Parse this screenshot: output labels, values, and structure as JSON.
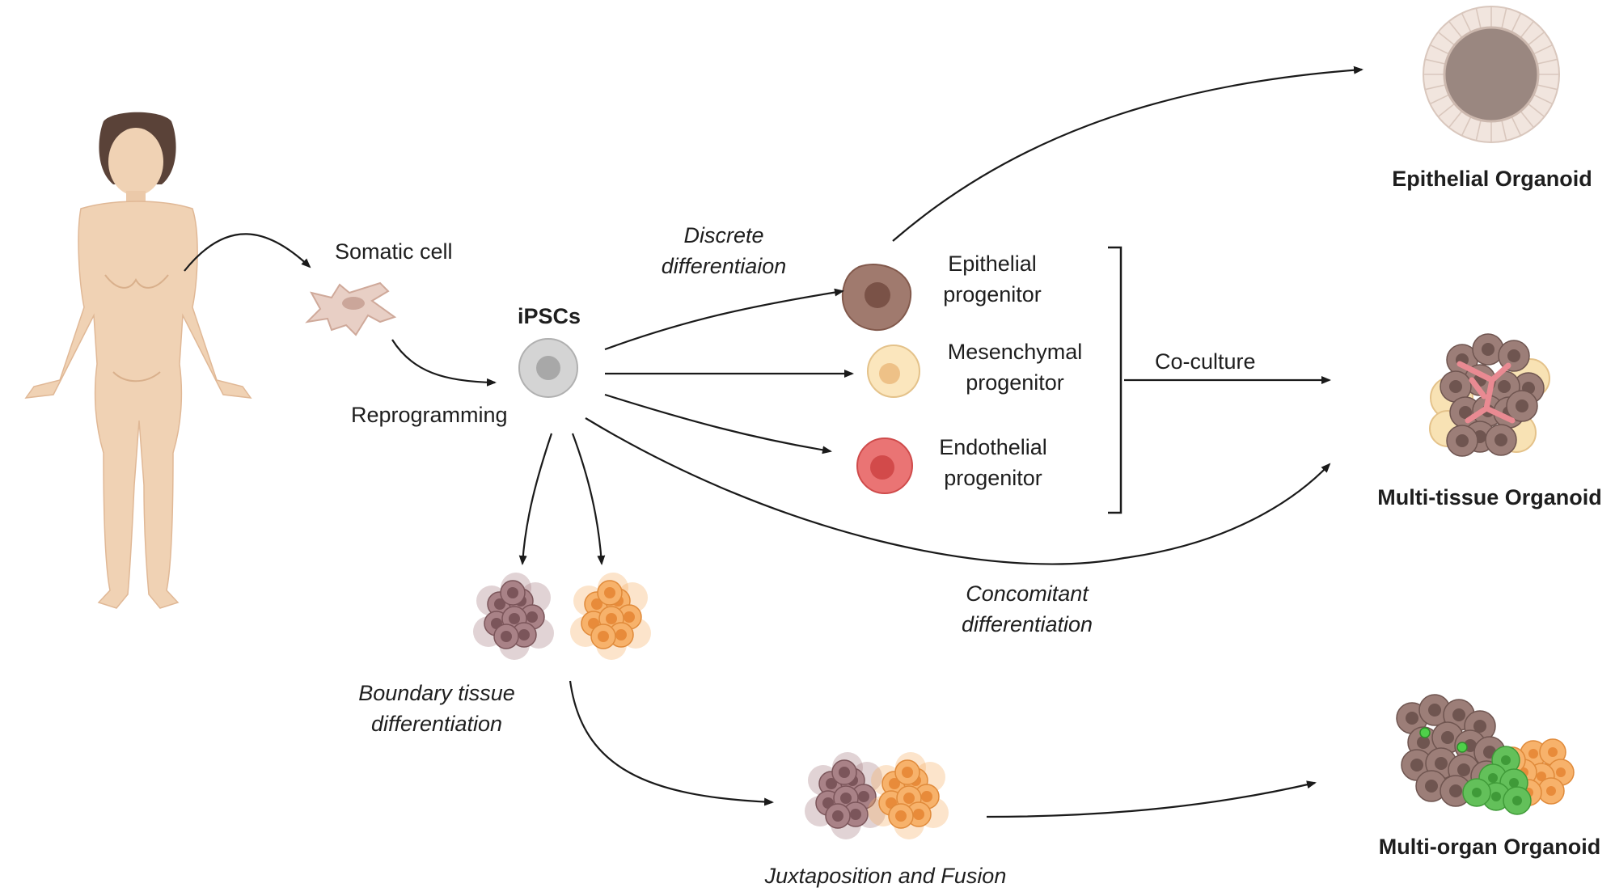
{
  "labels": {
    "somatic_cell": "Somatic cell",
    "reprogramming": "Reprogramming",
    "ipscs": "iPSCs",
    "discrete_line1": "Discrete",
    "discrete_line2": "differentiaion",
    "epithelial_progenitor_line1": "Epithelial",
    "epithelial_progenitor_line2": "progenitor",
    "mesenchymal_progenitor_line1": "Mesenchymal",
    "mesenchymal_progenitor_line2": "progenitor",
    "endothelial_progenitor_line1": "Endothelial",
    "endothelial_progenitor_line2": "progenitor",
    "coculture": "Co-culture",
    "epithelial_organoid": "Epithelial Organoid",
    "multi_tissue_organoid": "Multi-tissue Organoid",
    "multi_organ_organoid": "Multi-organ Organoid",
    "concomitant_line1": "Concomitant",
    "concomitant_line2": "differentiation",
    "boundary_line1": "Boundary tissue",
    "boundary_line2": "differentiation",
    "juxtaposition": "Juxtaposition and Fusion"
  },
  "colors": {
    "skin": "#f0d2b4",
    "skin_dark": "#d9b08c",
    "hair": "#5a4238",
    "arrow": "#1a1a1a",
    "epithelial": "#9a6e62",
    "mesenchymal": "#f8e2b4",
    "endothelial": "#e36a6a",
    "ipsc": "#c9c9c9",
    "orange_cluster": "#f4a55b",
    "mauve_cluster": "#9c7074",
    "green_cells": "#5ab84a"
  }
}
